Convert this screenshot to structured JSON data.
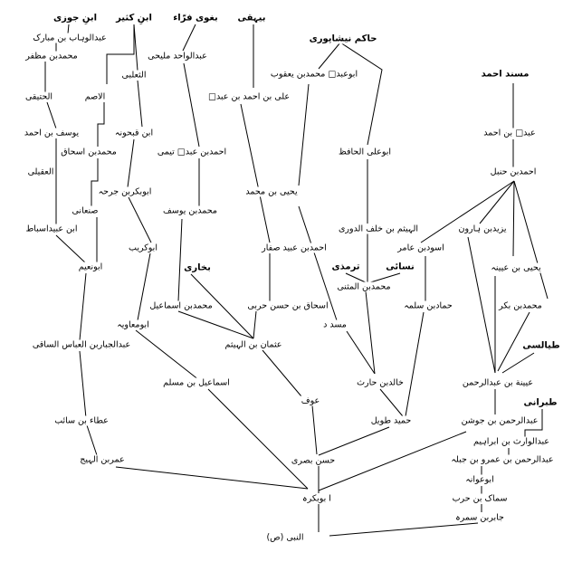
{
  "nodes": [
    "ابنِ جوزی",
    "ابنِ کثیر",
    "بغوی فرّاء",
    "بیہقی",
    "حاکم نیشاپوری",
    "مسند احمد",
    "عبدالوہاب بن مبارک",
    "محمدبن مظفر",
    "عبدالواحد ملیحی",
    "الثعلبی",
    "ابوعبد□ محمدبن یعقوب",
    "علی بن احمد بن عبد□",
    "الحتیقی",
    "الاصم",
    "یوسف بن احمد",
    "ابن قبحونہ",
    "ابوعلی الحافظ",
    "عبد□ بن احمد",
    "محمدبن اسحاق",
    "احمدبن عبد□ تیمی",
    "العقیلی",
    "احمدبن حنبل",
    "ابوبکربن جرحہ",
    "یحیی بن محمد",
    "صنعانی",
    "محمدبن یوسف",
    "الہیثم بن خلف الدوری",
    "یزیدبن ہارون",
    "ابن عبیداسباط",
    "ابوکریب",
    "احمدبن عبید صفار",
    "اسودبن عامر",
    "ابونعیم",
    "بخاری",
    "ترمذی",
    "نسائی",
    "یحیی بن عیینہ",
    "محمدبن المثنی",
    "محمدبن اسماعیل",
    "اسحاق بن حسن حربی",
    "حمادبن سلمہ",
    "محمدبن بکر",
    "ابومعاویہ",
    "مسد د",
    "عبدالجباربن العباس الساقی",
    "عثمان بن الہیثم",
    "طیالسی",
    "اسماعیل بن مسلم",
    "خالدبن حارث",
    "عیینة بن عبدالرحمن",
    "طبرانی",
    "عوف",
    "عطاء بن سائب",
    "حمید طویل",
    "عبدالرحمن بن جوشن",
    "عبدالوارث بن ابراہیم",
    "عمربن الہیج",
    "حسن بصری",
    "عبدالرحمن بن عمرو بن جبلہ",
    "ابوعوانہ",
    "ا بوبکرہ",
    "سماک بن حرب",
    "جابربن سمرہ",
    "النبی (ص)"
  ]
}
